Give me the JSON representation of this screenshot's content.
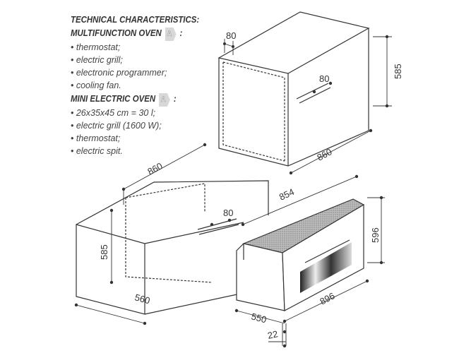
{
  "specs": {
    "title": "TECHNICAL CHARACTERISTICS:",
    "multifunction": {
      "heading": "MULTIFUNCTION OVEN",
      "energy_class": "A",
      "suffix": ":",
      "items": [
        "• thermostat;",
        "• electric grill;",
        "• electronic programmer;",
        "• cooling fan."
      ]
    },
    "mini": {
      "heading": "MINI ELECTRIC OVEN",
      "energy_class": "A",
      "suffix": ":",
      "items": [
        "• 26x35x45 cm = 30 l;",
        "• electric grill  (1600 W);",
        "• thermostat;",
        "• electric spit."
      ]
    }
  },
  "dimensions": {
    "upper_vent": "80",
    "upper_height": "585",
    "upper_inner_vent": "80",
    "upper_width": "860",
    "lower_width": "860",
    "lower_vent": "80",
    "lower_height": "585",
    "lower_depth": "560",
    "oven_top": "854",
    "oven_height": "596",
    "oven_width": "896",
    "oven_depth": "550",
    "oven_front": "22"
  }
}
